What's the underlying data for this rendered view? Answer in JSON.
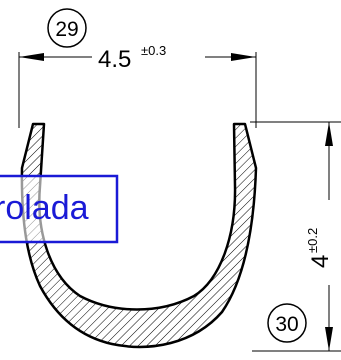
{
  "callouts": {
    "top": "29",
    "bottom": "30"
  },
  "width_dimension": {
    "value": "4.5",
    "tolerance": "±0.3"
  },
  "height_dimension": {
    "value": "4",
    "tolerance": "±0.2"
  },
  "stamp": {
    "text": "rolada",
    "color": "#1a1ad6"
  },
  "colors": {
    "line": "#000000",
    "background": "#ffffff"
  }
}
